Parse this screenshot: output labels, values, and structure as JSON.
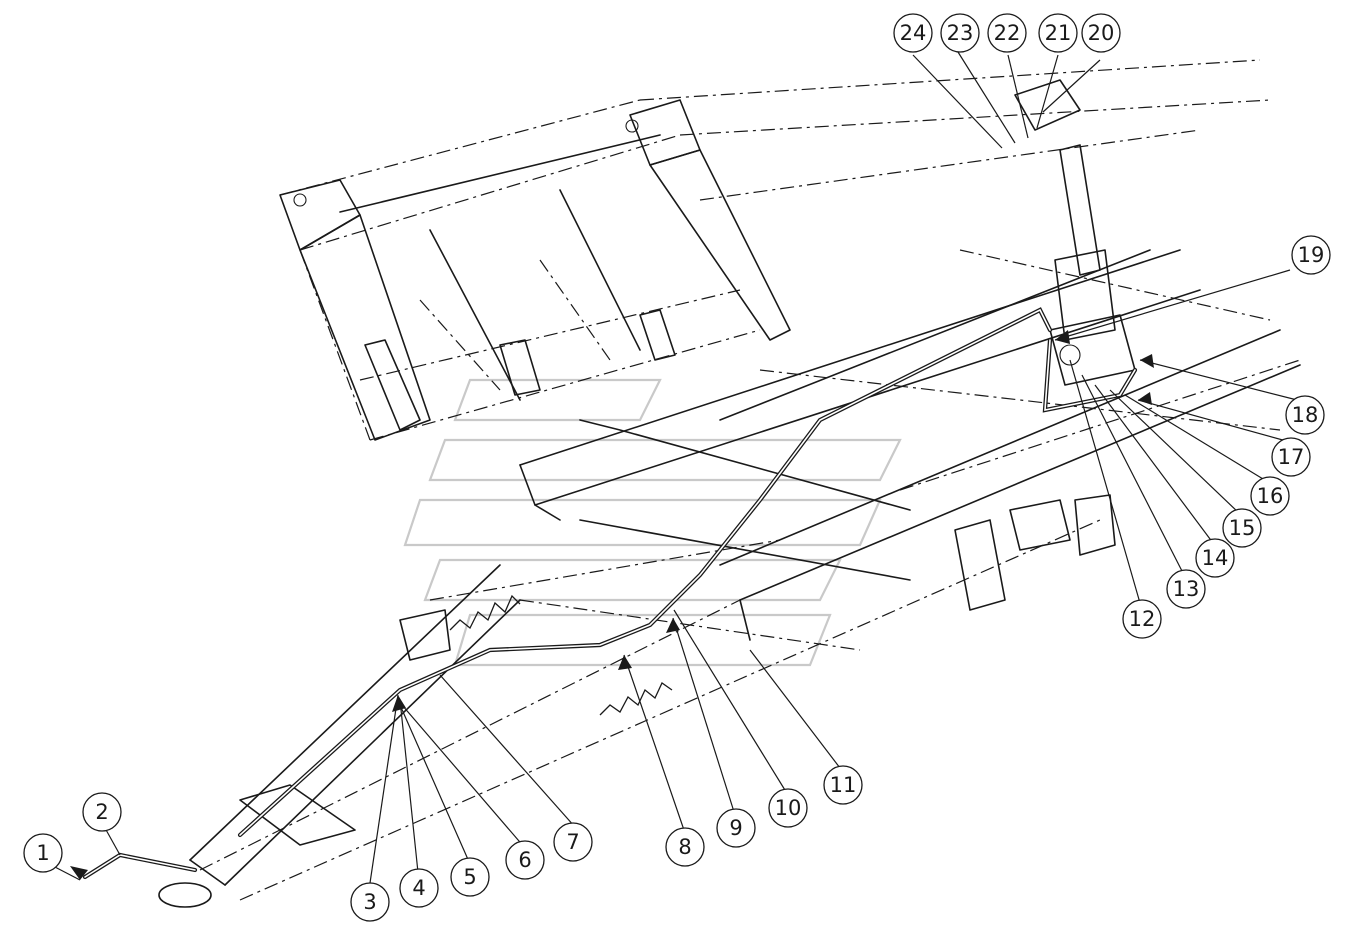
{
  "diagram": {
    "callouts": [
      {
        "label": "1"
      },
      {
        "label": "2"
      },
      {
        "label": "3"
      },
      {
        "label": "4"
      },
      {
        "label": "5"
      },
      {
        "label": "6"
      },
      {
        "label": "7"
      },
      {
        "label": "8"
      },
      {
        "label": "9"
      },
      {
        "label": "10"
      },
      {
        "label": "11"
      },
      {
        "label": "12"
      },
      {
        "label": "13"
      },
      {
        "label": "14"
      },
      {
        "label": "15"
      },
      {
        "label": "16"
      },
      {
        "label": "17"
      },
      {
        "label": "18"
      },
      {
        "label": "19"
      },
      {
        "label": "20"
      },
      {
        "label": "21"
      },
      {
        "label": "22"
      },
      {
        "label": "23"
      },
      {
        "label": "24"
      }
    ],
    "colors": {
      "line": "#1a1a1a",
      "background": "#ffffff",
      "watermark": "#c9c9c9"
    }
  }
}
